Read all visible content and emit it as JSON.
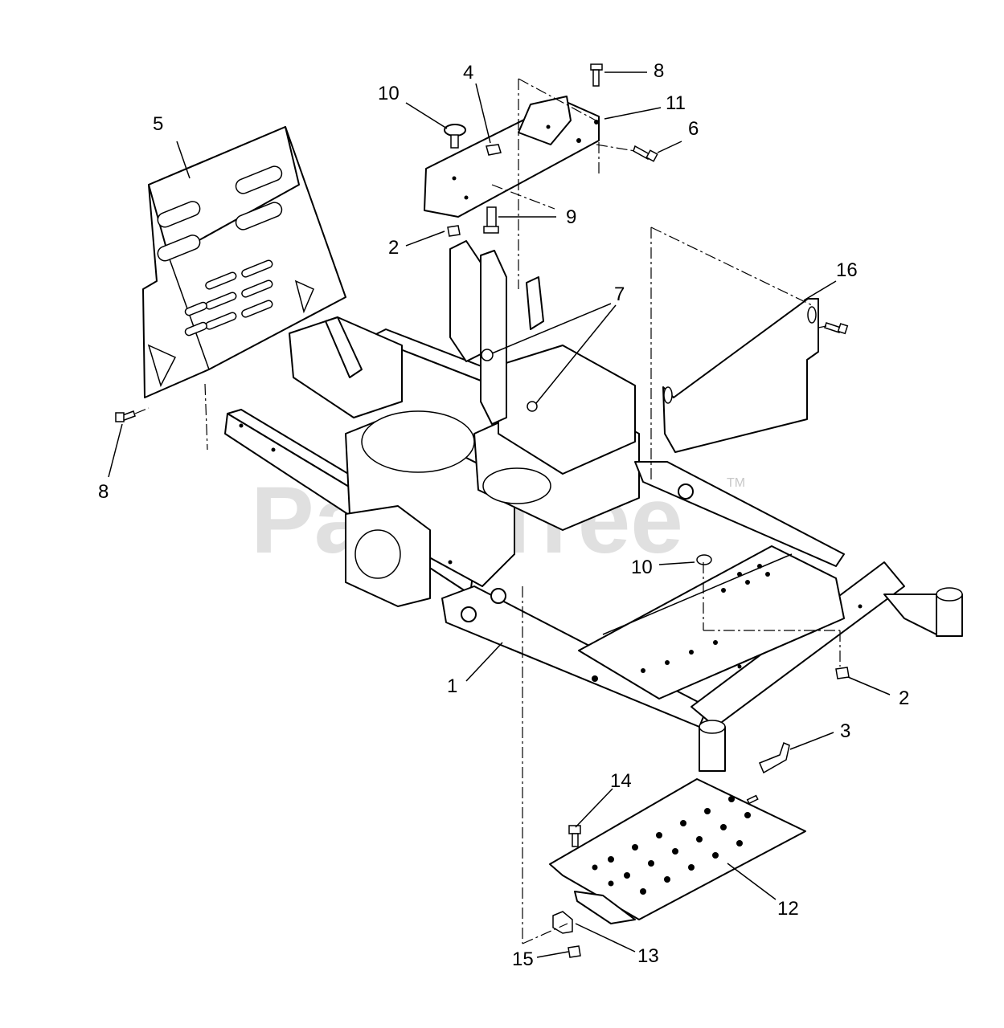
{
  "watermark": {
    "text": "PartsTree",
    "trademark": "TM"
  },
  "callouts": [
    {
      "id": "c1",
      "label": "1"
    },
    {
      "id": "c2a",
      "label": "2"
    },
    {
      "id": "c2b",
      "label": "2"
    },
    {
      "id": "c3",
      "label": "3"
    },
    {
      "id": "c4",
      "label": "4"
    },
    {
      "id": "c5",
      "label": "5"
    },
    {
      "id": "c6",
      "label": "6"
    },
    {
      "id": "c7",
      "label": "7"
    },
    {
      "id": "c8a",
      "label": "8"
    },
    {
      "id": "c8b",
      "label": "8"
    },
    {
      "id": "c9",
      "label": "9"
    },
    {
      "id": "c10a",
      "label": "10"
    },
    {
      "id": "c10b",
      "label": "10"
    },
    {
      "id": "c11",
      "label": "11"
    },
    {
      "id": "c12",
      "label": "12"
    },
    {
      "id": "c13",
      "label": "13"
    },
    {
      "id": "c14",
      "label": "14"
    },
    {
      "id": "c15",
      "label": "15"
    },
    {
      "id": "c16",
      "label": "16"
    }
  ]
}
